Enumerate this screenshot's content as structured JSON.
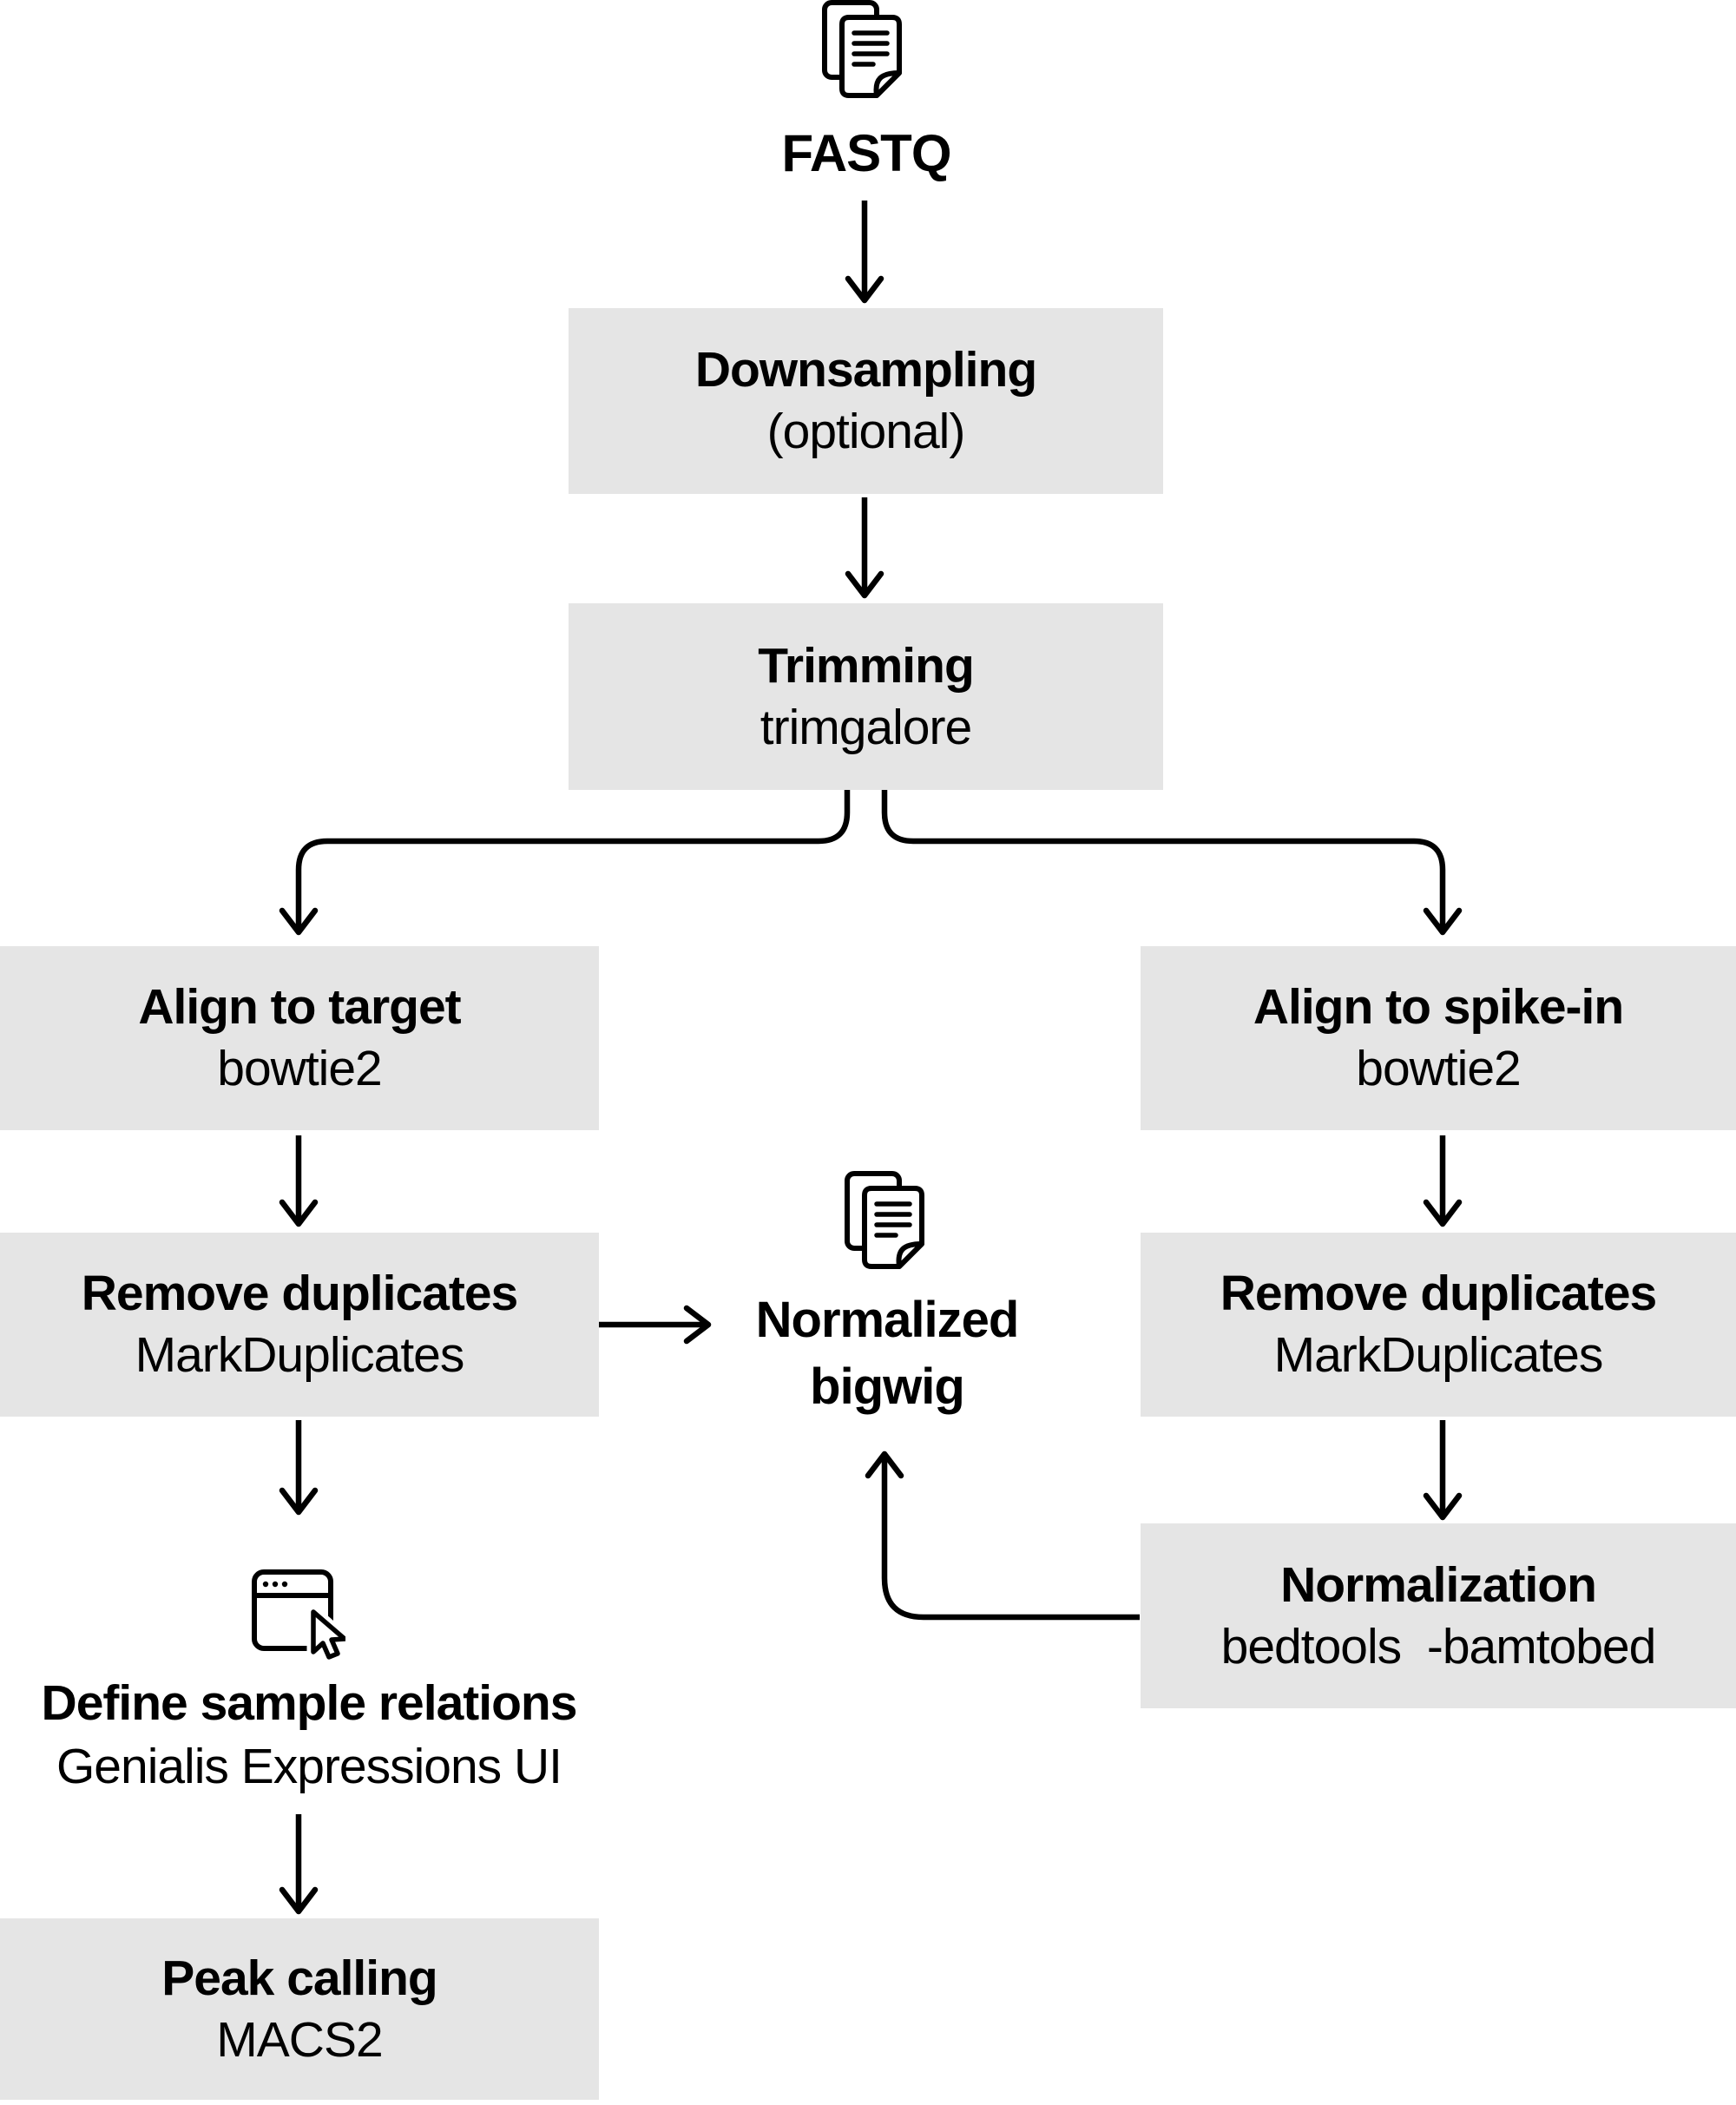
{
  "palette": {
    "background": "#ffffff",
    "box_background": "#e5e5e5",
    "ink": "#000000"
  },
  "flowchart": {
    "fastq": {
      "label": "FASTQ",
      "icon": "documents-icon"
    },
    "downsampling": {
      "title": "Downsampling",
      "subtitle": "(optional)"
    },
    "trimming": {
      "title": "Trimming",
      "subtitle": "trimgalore"
    },
    "align_target": {
      "title": "Align to target",
      "subtitle": "bowtie2"
    },
    "align_spikein": {
      "title": "Align to spike-in",
      "subtitle": "bowtie2"
    },
    "remove_duplicates_target": {
      "title": "Remove duplicates",
      "subtitle": "MarkDuplicates"
    },
    "remove_duplicates_spikein": {
      "title": "Remove duplicates",
      "subtitle": "MarkDuplicates"
    },
    "normalized_bigwig": {
      "line1": "Normalized",
      "line2": "bigwig",
      "icon": "documents-icon"
    },
    "define_sample_relations": {
      "title": "Define sample relations",
      "subtitle": "Genialis Expressions UI",
      "icon": "browser-cursor-icon"
    },
    "peak_calling": {
      "title": "Peak calling",
      "subtitle": "MACS2"
    },
    "normalization": {
      "title": "Normalization",
      "subtitle": "bedtools  -bamtobed"
    }
  }
}
